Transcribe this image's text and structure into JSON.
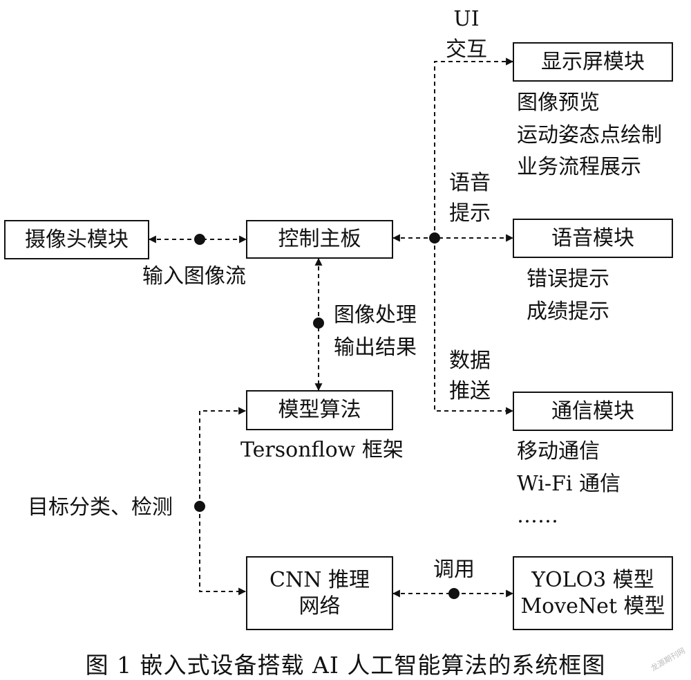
{
  "boxes": {
    "camera": "摄像头模块",
    "mainboard": "控制主板",
    "model": "模型算法",
    "cnn": "CNN 推理\n网络",
    "display": "显示屏模块",
    "voice": "语音模块",
    "comm": "通信模块",
    "yolo": "YOLO3 模型\nMoveNet 模型"
  },
  "labels": {
    "ui": "UI\n交互",
    "voice_prompt": "语音\n提示",
    "data_push": "数据\n推送",
    "input_stream": "输入图像流",
    "img_proc": "图像处理\n输出结果",
    "framework": "Tersonflow 框架",
    "classify": "目标分类、检测",
    "invoke": "调用"
  },
  "details": {
    "display": "图像预览\n运动姿态点绘制\n业务流程展示",
    "voice": "错误提示\n成绩提示",
    "comm": "移动通信\nWi-Fi 通信\n……"
  },
  "caption": "图 1    嵌入式设备搭载 AI 人工智能算法的系统框图",
  "watermark": "龙源期刊网"
}
